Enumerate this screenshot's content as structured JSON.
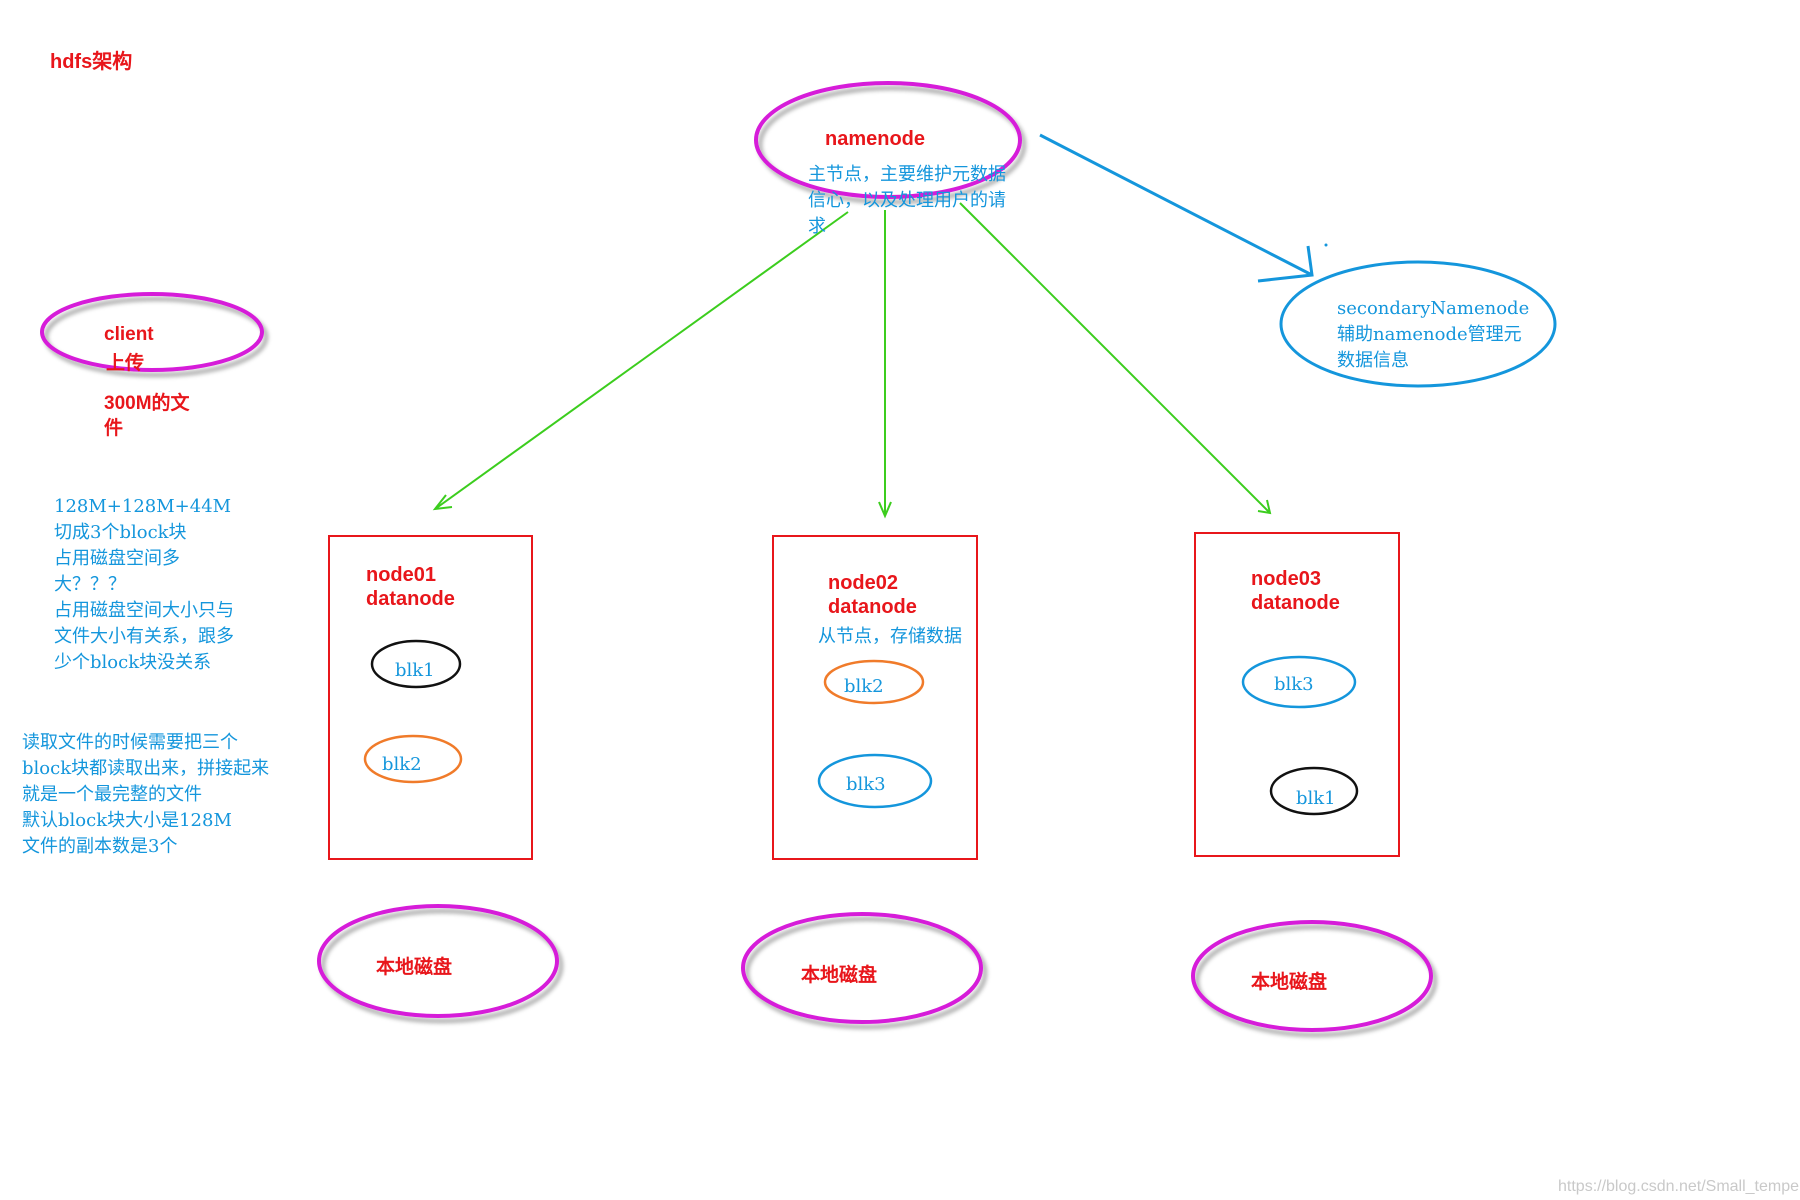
{
  "title": "hdfs架构",
  "namenode": {
    "label": "namenode",
    "desc": [
      "主节点，主要维护元数据",
      "信心，以及处理用户的请",
      "求"
    ]
  },
  "secondary": {
    "lines": [
      "secondaryNamenode",
      "辅助namenode管理元",
      "数据信息"
    ]
  },
  "client": {
    "label": "client",
    "upload": "上传",
    "file": [
      "300M的文",
      "件"
    ]
  },
  "notes1": [
    "128M+128M+44M",
    "切成3个block块",
    "占用磁盘空间多",
    "大？？？",
    "占用磁盘空间大小只与",
    "文件大小有关系，跟多",
    "少个block块没关系"
  ],
  "notes2": [
    "读取文件的时候需要把三个",
    "block块都读取出来，拼接起来",
    "就是一个最完整的文件",
    "默认block块大小是128M",
    "文件的副本数是3个"
  ],
  "nodes": [
    {
      "name": "node01",
      "role": "datanode",
      "desc": "",
      "blocks": [
        "blk1",
        "blk2"
      ],
      "disk": "本地磁盘"
    },
    {
      "name": "node02",
      "role": "datanode",
      "desc": "从节点，存储数据",
      "blocks": [
        "blk2",
        "blk3"
      ],
      "disk": "本地磁盘"
    },
    {
      "name": "node03",
      "role": "datanode",
      "desc": "",
      "blocks": [
        "blk3",
        "blk1"
      ],
      "disk": "本地磁盘"
    }
  ],
  "watermark": "https://blog.csdn.net/Small_temper",
  "colors": {
    "magenta": "#d61fd9",
    "red": "#e8161b",
    "blue": "#1496dc",
    "green": "#3ccd1e",
    "orange": "#f07b2a",
    "black": "#111111"
  }
}
